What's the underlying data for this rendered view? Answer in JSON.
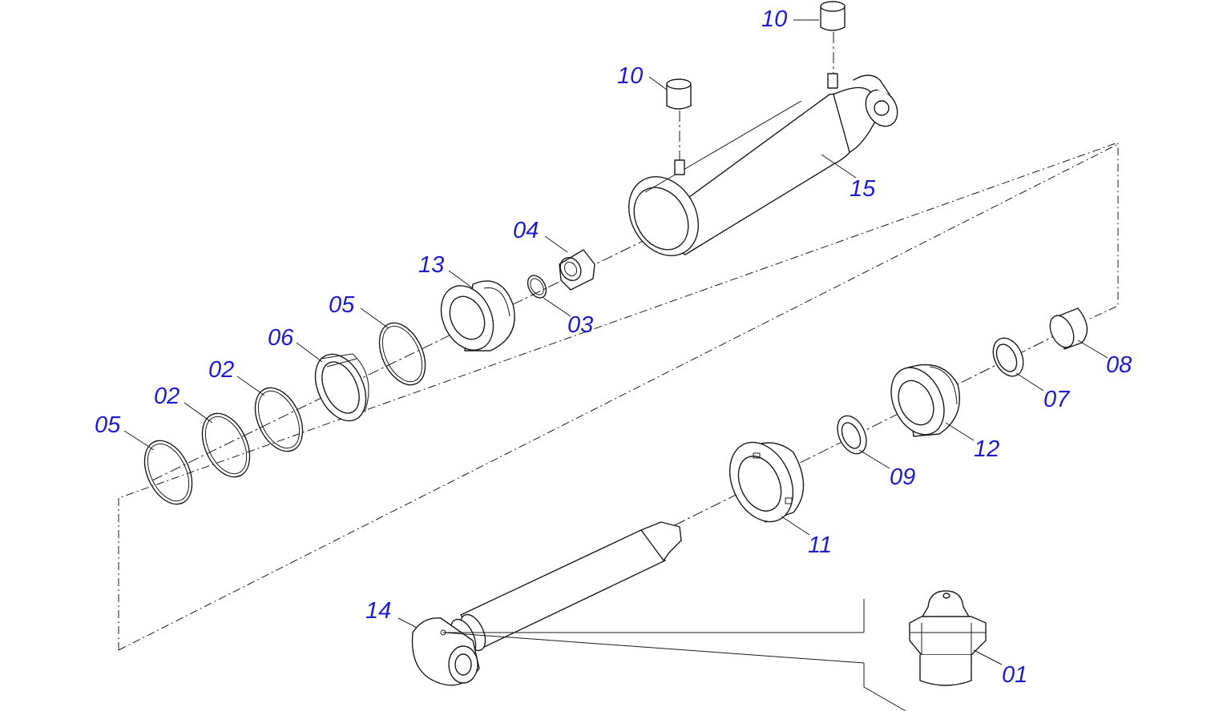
{
  "diagram": {
    "colors": {
      "line": "#1a1a1a",
      "callout": "#1c1ccf",
      "background": "#ffffff"
    },
    "callouts": {
      "p10a": "10",
      "p10b": "10",
      "p15": "15",
      "p04": "04",
      "p13": "13",
      "p03": "03",
      "p05a": "05",
      "p06": "06",
      "p02a": "02",
      "p02b": "02",
      "p05b": "05",
      "p08": "08",
      "p07": "07",
      "p12": "12",
      "p09": "09",
      "p11": "11",
      "p14": "14",
      "p01": "01"
    }
  }
}
